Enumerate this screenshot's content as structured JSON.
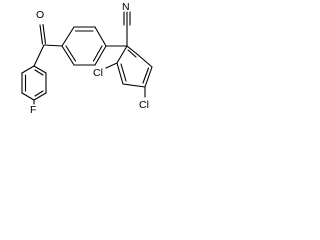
{
  "molecule": {
    "atoms": {
      "oxygen": "O",
      "nitrogen": "N",
      "fluorine": "F",
      "chlorine_ortho": "Cl",
      "chlorine_para": "Cl"
    }
  }
}
